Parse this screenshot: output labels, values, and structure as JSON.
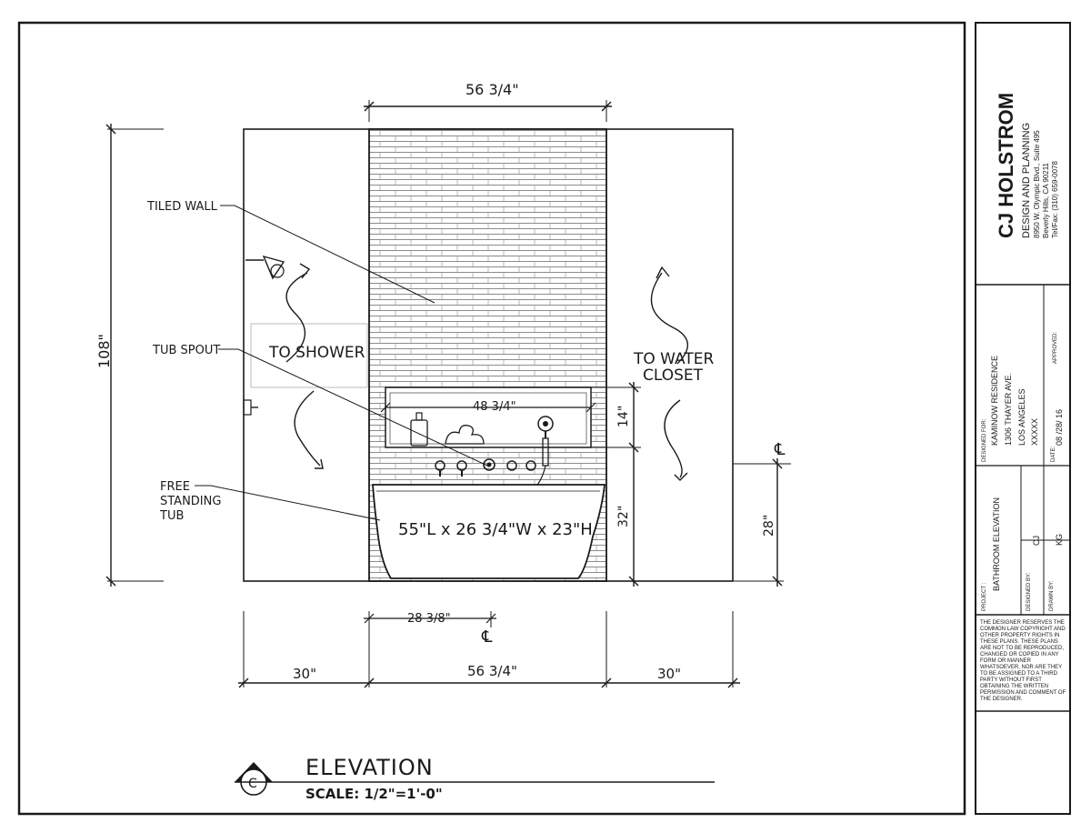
{
  "elevation": {
    "title": "ELEVATION",
    "scale": "SCALE: 1/2\"=1'-0\"",
    "marker": "C"
  },
  "dimensions": {
    "top_width": "56 3/4\"",
    "total_height": "108\"",
    "niche_width": "48 3/4\"",
    "niche_height": "14\"",
    "niche_top_height": "32\"",
    "centerline_height": "28\"",
    "tub_center": "28 3/8\"",
    "bottom_left": "30\"",
    "bottom_center": "56 3/4\"",
    "bottom_right": "30\""
  },
  "labels": {
    "tiled_wall": "TILED WALL",
    "tub_spout": "TUB SPOUT",
    "free_standing_tub": [
      "FREE",
      "STANDING",
      "TUB"
    ],
    "to_shower": "TO SHOWER",
    "to_water_closet": [
      "TO WATER",
      "CLOSET"
    ],
    "tub_size": "55\"L x 26 3/4\"W x 23\"H",
    "centerline_symbol": "℄"
  },
  "title_block": {
    "firm_name": "CJ HOLSTROM",
    "firm_subtitle": "DESIGN AND PLANNING",
    "address_1": "8950 W. Olympic Blvd., Suite 495",
    "address_2": "Beverly Hills, CA 90211",
    "phone": "Tel/Fax: (310) 659-0078",
    "designed_for_label": "DESIGNED FOR:",
    "client": "KAMINOW RESIDENCE",
    "street": "1306 THAYER AVE.",
    "city": "LOS ANGELES",
    "zip": "XXXXX",
    "date_label": "DATE:",
    "date": "08 /28/ 16",
    "approved_label": "APPROVED:",
    "project_label": "PROJECT :",
    "project": "BATHROOM ELEVATION",
    "designed_by_label": "DESIGNED BY:",
    "designed_by": "CJ",
    "drawn_by_label": "DRAWN BY:",
    "drawn_by": "KG",
    "copyright": [
      "THE DESIGNER RESERVES THE",
      "COMMON LAW COPYRIGHT AND",
      "OTHER PROPERTY RIGHTS IN",
      "THESE PLANS. THESE PLANS",
      "ARE NOT TO BE REPRODUCED,",
      "CHANGED OR COPIED IN ANY",
      "FORM OR MANNER",
      "WHATSOEVER, NOR ARE THEY",
      "TO BE ASSIGNED TO A THIRD",
      "PARTY WITHOUT FIRST",
      "OBTAINING THE WRITTEN",
      "PERMISSION AND COMMENT OF",
      "THE DESIGNER."
    ]
  }
}
